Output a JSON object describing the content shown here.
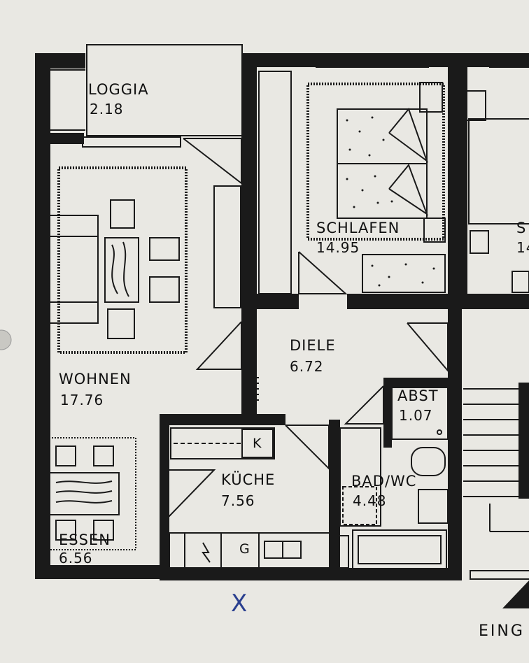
{
  "rooms": [
    {
      "name": "LOGGIA",
      "area": "2.18"
    },
    {
      "name": "SCHLAFEN",
      "area": "14.95"
    },
    {
      "name": "S",
      "area": "14"
    },
    {
      "name": "WOHNEN",
      "area": "17.76"
    },
    {
      "name": "DIELE",
      "area": "6.72"
    },
    {
      "name": "ABST",
      "area": "1.07"
    },
    {
      "name": "KÜCHE",
      "area": "7.56"
    },
    {
      "name": "BAD/WC",
      "area": "4.48"
    },
    {
      "name": "ESSEN",
      "area": "6.56"
    }
  ],
  "fixtures": {
    "kitchen_k": "K",
    "kitchen_g": "G"
  },
  "annotations": {
    "handwritten_mark": "X",
    "entrance": "EING"
  },
  "colors": {
    "paper": "#e9e8e3",
    "ink": "#1a1a1a",
    "pen": "#2a3f8f"
  }
}
